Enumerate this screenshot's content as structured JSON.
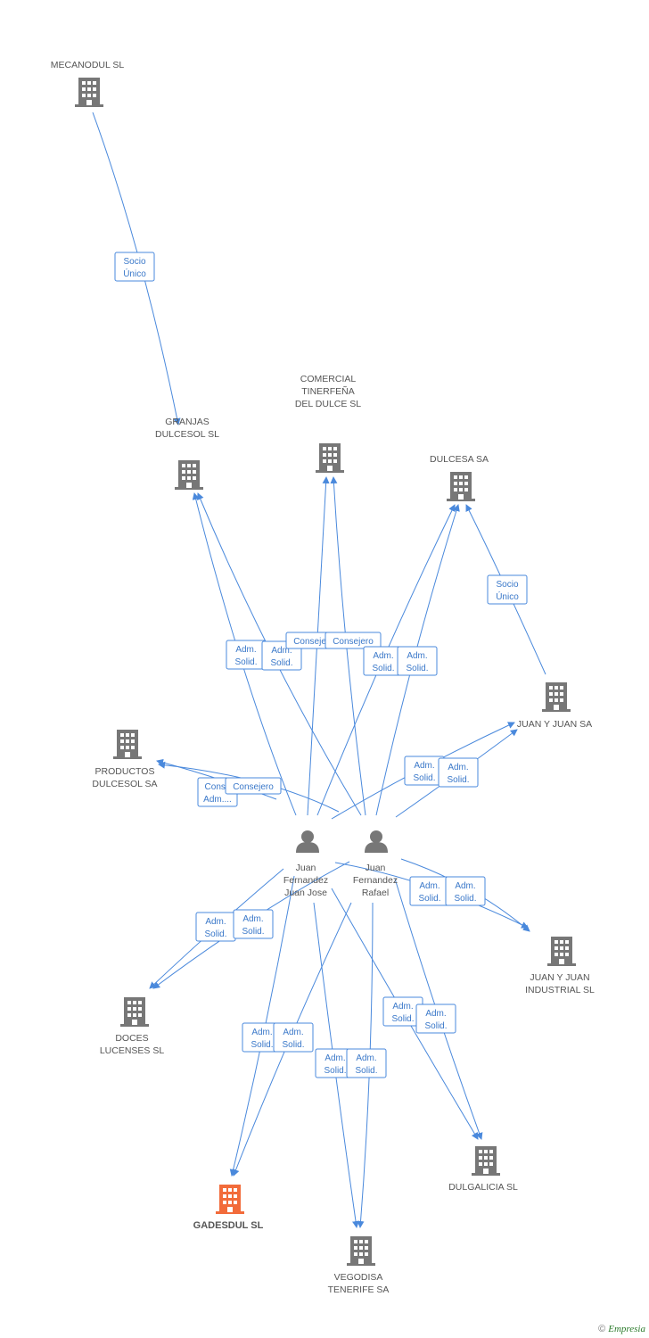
{
  "colors": {
    "edge": "#4a89dc",
    "company": "#777777",
    "focus": "#f26b3a",
    "person": "#777777"
  },
  "nodes": [
    {
      "id": "mecanodul",
      "type": "company",
      "label": [
        "MECANODUL SL"
      ]
    },
    {
      "id": "granjas",
      "type": "company",
      "label": [
        "GRANJAS",
        "DULCESOL SL"
      ]
    },
    {
      "id": "comercial",
      "type": "company",
      "label": [
        "COMERCIAL",
        "TINERFEÑA",
        "DEL DULCE SL"
      ]
    },
    {
      "id": "dulcesa",
      "type": "company",
      "label": [
        "DULCESA SA"
      ]
    },
    {
      "id": "juanyjuan",
      "type": "company",
      "label": [
        "JUAN Y JUAN SA"
      ]
    },
    {
      "id": "productos",
      "type": "company",
      "label": [
        "PRODUCTOS",
        "DULCESOL SA"
      ]
    },
    {
      "id": "jjindustrial",
      "type": "company",
      "label": [
        "JUAN Y JUAN",
        "INDUSTRIAL SL"
      ]
    },
    {
      "id": "doces",
      "type": "company",
      "label": [
        "DOCES",
        "LUCENSES SL"
      ]
    },
    {
      "id": "dulgalicia",
      "type": "company",
      "label": [
        "DULGALICIA SL"
      ]
    },
    {
      "id": "gadesdul",
      "type": "focus",
      "label": [
        "GADESDUL SL"
      ]
    },
    {
      "id": "vegodisa",
      "type": "company",
      "label": [
        "VEGODISA",
        "TENERIFE SA"
      ]
    },
    {
      "id": "p1",
      "type": "person",
      "label": [
        "Juan",
        "Fernandez",
        "Juan Jose"
      ]
    },
    {
      "id": "p2",
      "type": "person",
      "label": [
        "Juan",
        "Fernandez",
        "Rafael"
      ]
    }
  ],
  "edges": [
    {
      "from": "mecanodul",
      "to": "granjas",
      "label": [
        "Socio",
        "Único"
      ]
    },
    {
      "from": "juanyjuan",
      "to": "dulcesa",
      "label": [
        "Socio",
        "Único"
      ]
    },
    {
      "from": "p1",
      "to": "granjas",
      "label": [
        "Adm.",
        "Solid."
      ]
    },
    {
      "from": "p2",
      "to": "granjas",
      "label": [
        "Adm.",
        "Solid."
      ]
    },
    {
      "from": "p1",
      "to": "comercial",
      "label": [
        "Consejero"
      ]
    },
    {
      "from": "p2",
      "to": "comercial",
      "label": [
        "Consejero"
      ]
    },
    {
      "from": "p1",
      "to": "dulcesa",
      "label": [
        "Adm.",
        "Solid."
      ]
    },
    {
      "from": "p2",
      "to": "dulcesa",
      "label": [
        "Adm.",
        "Solid."
      ]
    },
    {
      "from": "p1",
      "to": "juanyjuan",
      "label": [
        "Adm.",
        "Solid."
      ]
    },
    {
      "from": "p2",
      "to": "juanyjuan",
      "label": [
        "Adm.",
        "Solid."
      ]
    },
    {
      "from": "p1",
      "to": "productos",
      "label": [
        "Conse",
        "Adm...."
      ]
    },
    {
      "from": "p2",
      "to": "productos",
      "label": [
        "Consejero"
      ]
    },
    {
      "from": "p1",
      "to": "jjindustrial",
      "label": [
        "Adm.",
        "Solid."
      ]
    },
    {
      "from": "p2",
      "to": "jjindustrial",
      "label": [
        "Adm.",
        "Solid."
      ]
    },
    {
      "from": "p1",
      "to": "doces",
      "label": [
        "Adm.",
        "Solid."
      ]
    },
    {
      "from": "p2",
      "to": "doces",
      "label": [
        "Adm.",
        "Solid."
      ]
    },
    {
      "from": "p1",
      "to": "gadesdul",
      "label": [
        "Adm.",
        "Solid."
      ]
    },
    {
      "from": "p2",
      "to": "gadesdul",
      "label": [
        "Adm.",
        "Solid."
      ]
    },
    {
      "from": "p1",
      "to": "vegodisa",
      "label": [
        "Adm.",
        "Solid."
      ]
    },
    {
      "from": "p2",
      "to": "vegodisa",
      "label": [
        "Adm.",
        "Solid."
      ]
    },
    {
      "from": "p1",
      "to": "dulgalicia",
      "label": [
        "Adm.",
        "Solid."
      ]
    },
    {
      "from": "p2",
      "to": "dulgalicia",
      "label": [
        "Adm.",
        "Solid."
      ]
    }
  ],
  "footer": {
    "copyright": "©",
    "brand": "Empresia"
  }
}
